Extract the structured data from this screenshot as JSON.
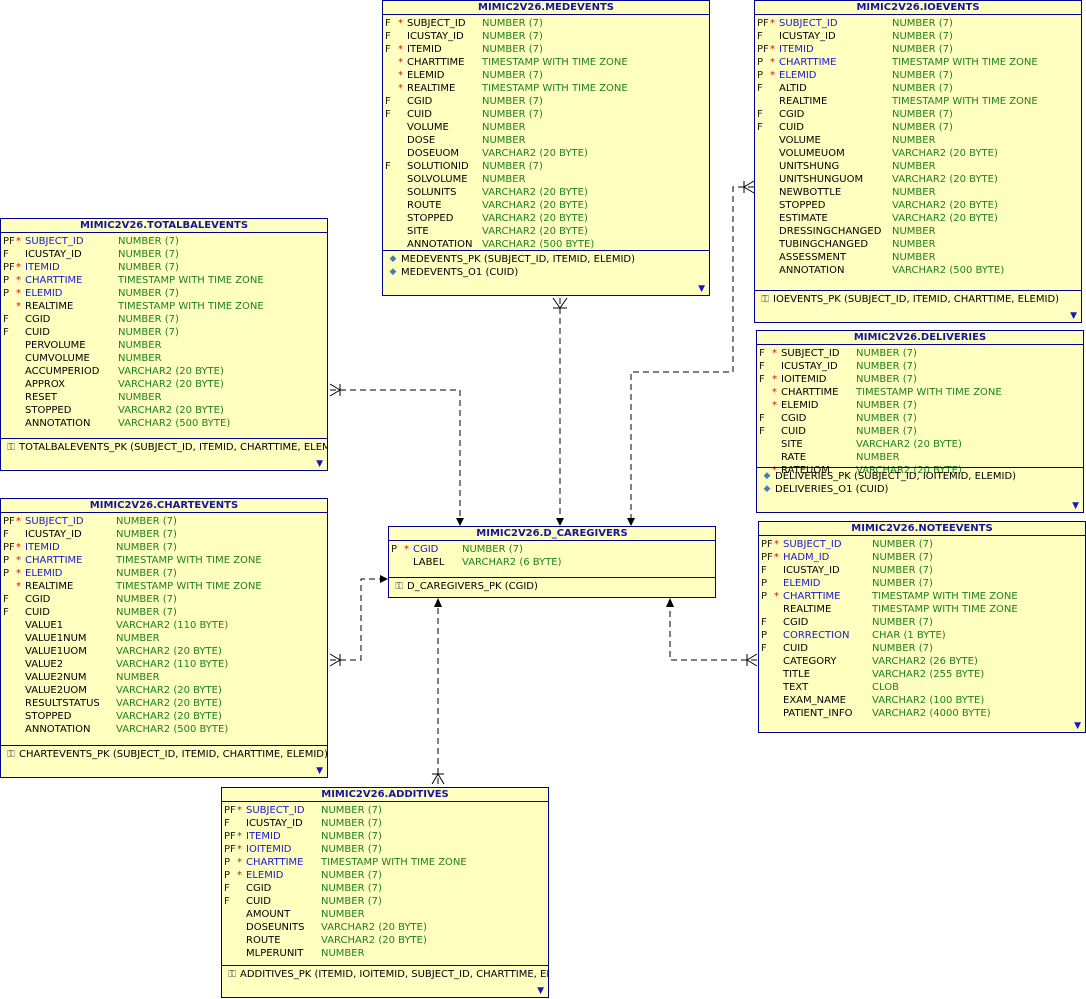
{
  "entities": [
    {
      "id": "medevents",
      "title": "MIMIC2V26.MEDEVENTS",
      "columns": [
        {
          "key": "F",
          "req": "*",
          "name": "SUBJECT_ID",
          "type": "NUMBER (7)"
        },
        {
          "key": "F",
          "req": "",
          "name": "ICUSTAY_ID",
          "type": "NUMBER (7)"
        },
        {
          "key": "F",
          "req": "*",
          "name": "ITEMID",
          "type": "NUMBER (7)"
        },
        {
          "key": "",
          "req": "*",
          "name": "CHARTTIME",
          "type": "TIMESTAMP WITH TIME ZONE"
        },
        {
          "key": "",
          "req": "*",
          "name": "ELEMID",
          "type": "NUMBER (7)"
        },
        {
          "key": "",
          "req": "*",
          "name": "REALTIME",
          "type": "TIMESTAMP WITH TIME ZONE"
        },
        {
          "key": "F",
          "req": "",
          "name": "CGID",
          "type": "NUMBER (7)"
        },
        {
          "key": "F",
          "req": "",
          "name": "CUID",
          "type": "NUMBER (7)"
        },
        {
          "key": "",
          "req": "",
          "name": "VOLUME",
          "type": "NUMBER"
        },
        {
          "key": "",
          "req": "",
          "name": "DOSE",
          "type": "NUMBER"
        },
        {
          "key": "",
          "req": "",
          "name": "DOSEUOM",
          "type": "VARCHAR2 (20 BYTE)"
        },
        {
          "key": "F",
          "req": "",
          "name": "SOLUTIONID",
          "type": "NUMBER (7)"
        },
        {
          "key": "",
          "req": "",
          "name": "SOLVOLUME",
          "type": "NUMBER"
        },
        {
          "key": "",
          "req": "",
          "name": "SOLUNITS",
          "type": "VARCHAR2 (20 BYTE)"
        },
        {
          "key": "",
          "req": "",
          "name": "ROUTE",
          "type": "VARCHAR2 (20 BYTE)"
        },
        {
          "key": "",
          "req": "",
          "name": "STOPPED",
          "type": "VARCHAR2 (20 BYTE)"
        },
        {
          "key": "",
          "req": "",
          "name": "SITE",
          "type": "VARCHAR2 (20 BYTE)"
        },
        {
          "key": "",
          "req": "",
          "name": "ANNOTATION",
          "type": "VARCHAR2 (500 BYTE)"
        }
      ],
      "indexes": [
        {
          "icon": "diamond",
          "text": "MEDEVENTS_PK (SUBJECT_ID, ITEMID, ELEMID)"
        },
        {
          "icon": "diamond",
          "text": "MEDEVENTS_O1 (CUID)"
        }
      ],
      "more": true
    },
    {
      "id": "ioevents",
      "title": "MIMIC2V26.IOEVENTS",
      "columns": [
        {
          "key": "PF",
          "req": "*",
          "name": "SUBJECT_ID",
          "type": "NUMBER (7)"
        },
        {
          "key": "F",
          "req": "",
          "name": "ICUSTAY_ID",
          "type": "NUMBER (7)"
        },
        {
          "key": "PF",
          "req": "*",
          "name": "ITEMID",
          "type": "NUMBER (7)"
        },
        {
          "key": "P",
          "req": "*",
          "name": "CHARTTIME",
          "type": "TIMESTAMP WITH TIME ZONE"
        },
        {
          "key": "P",
          "req": "*",
          "name": "ELEMID",
          "type": "NUMBER (7)"
        },
        {
          "key": "F",
          "req": "",
          "name": "ALTID",
          "type": "NUMBER (7)"
        },
        {
          "key": "",
          "req": "",
          "name": "REALTIME",
          "type": "TIMESTAMP WITH TIME ZONE"
        },
        {
          "key": "F",
          "req": "",
          "name": "CGID",
          "type": "NUMBER (7)"
        },
        {
          "key": "F",
          "req": "",
          "name": "CUID",
          "type": "NUMBER (7)"
        },
        {
          "key": "",
          "req": "",
          "name": "VOLUME",
          "type": "NUMBER"
        },
        {
          "key": "",
          "req": "",
          "name": "VOLUMEUOM",
          "type": "VARCHAR2 (20 BYTE)"
        },
        {
          "key": "",
          "req": "",
          "name": "UNITSHUNG",
          "type": "NUMBER"
        },
        {
          "key": "",
          "req": "",
          "name": "UNITSHUNGUOM",
          "type": "VARCHAR2 (20 BYTE)"
        },
        {
          "key": "",
          "req": "",
          "name": "NEWBOTTLE",
          "type": "NUMBER"
        },
        {
          "key": "",
          "req": "",
          "name": "STOPPED",
          "type": "VARCHAR2 (20 BYTE)"
        },
        {
          "key": "",
          "req": "",
          "name": "ESTIMATE",
          "type": "VARCHAR2 (20 BYTE)"
        },
        {
          "key": "",
          "req": "",
          "name": "DRESSINGCHANGED",
          "type": "NUMBER"
        },
        {
          "key": "",
          "req": "",
          "name": "TUBINGCHANGED",
          "type": "NUMBER"
        },
        {
          "key": "",
          "req": "",
          "name": "ASSESSMENT",
          "type": "NUMBER"
        },
        {
          "key": "",
          "req": "",
          "name": "ANNOTATION",
          "type": "VARCHAR2 (500 BYTE)"
        }
      ],
      "indexes": [
        {
          "icon": "key",
          "text": "IOEVENTS_PK (SUBJECT_ID, ITEMID, CHARTTIME, ELEMID)"
        }
      ],
      "more": true
    },
    {
      "id": "totalbalevents",
      "title": "MIMIC2V26.TOTALBALEVENTS",
      "columns": [
        {
          "key": "PF",
          "req": "*",
          "name": "SUBJECT_ID",
          "type": "NUMBER (7)"
        },
        {
          "key": "F",
          "req": "",
          "name": "ICUSTAY_ID",
          "type": "NUMBER (7)"
        },
        {
          "key": "PF",
          "req": "*",
          "name": "ITEMID",
          "type": "NUMBER (7)"
        },
        {
          "key": "P",
          "req": "*",
          "name": "CHARTTIME",
          "type": "TIMESTAMP WITH TIME ZONE"
        },
        {
          "key": "P",
          "req": "*",
          "name": "ELEMID",
          "type": "NUMBER (7)"
        },
        {
          "key": "",
          "req": "*",
          "name": "REALTIME",
          "type": "TIMESTAMP WITH TIME ZONE"
        },
        {
          "key": "F",
          "req": "",
          "name": "CGID",
          "type": "NUMBER (7)"
        },
        {
          "key": "F",
          "req": "",
          "name": "CUID",
          "type": "NUMBER (7)"
        },
        {
          "key": "",
          "req": "",
          "name": "PERVOLUME",
          "type": "NUMBER"
        },
        {
          "key": "",
          "req": "",
          "name": "CUMVOLUME",
          "type": "NUMBER"
        },
        {
          "key": "",
          "req": "",
          "name": "ACCUMPERIOD",
          "type": "VARCHAR2 (20 BYTE)"
        },
        {
          "key": "",
          "req": "",
          "name": "APPROX",
          "type": "VARCHAR2 (20 BYTE)"
        },
        {
          "key": "",
          "req": "",
          "name": "RESET",
          "type": "NUMBER"
        },
        {
          "key": "",
          "req": "",
          "name": "STOPPED",
          "type": "VARCHAR2 (20 BYTE)"
        },
        {
          "key": "",
          "req": "",
          "name": "ANNOTATION",
          "type": "VARCHAR2 (500 BYTE)"
        }
      ],
      "indexes": [
        {
          "icon": "key",
          "text": "TOTALBALEVENTS_PK (SUBJECT_ID, ITEMID, CHARTTIME, ELEMID)"
        }
      ],
      "more": true
    },
    {
      "id": "deliveries",
      "title": "MIMIC2V26.DELIVERIES",
      "columns": [
        {
          "key": "F",
          "req": "*",
          "name": "SUBJECT_ID",
          "type": "NUMBER (7)"
        },
        {
          "key": "F",
          "req": "",
          "name": "ICUSTAY_ID",
          "type": "NUMBER (7)"
        },
        {
          "key": "F",
          "req": "*",
          "name": "IOITEMID",
          "type": "NUMBER (7)"
        },
        {
          "key": "",
          "req": "*",
          "name": "CHARTTIME",
          "type": "TIMESTAMP WITH TIME ZONE"
        },
        {
          "key": "",
          "req": "*",
          "name": "ELEMID",
          "type": "NUMBER (7)"
        },
        {
          "key": "F",
          "req": "",
          "name": "CGID",
          "type": "NUMBER (7)"
        },
        {
          "key": "F",
          "req": "",
          "name": "CUID",
          "type": "NUMBER (7)"
        },
        {
          "key": "",
          "req": "",
          "name": "SITE",
          "type": "VARCHAR2 (20 BYTE)"
        },
        {
          "key": "",
          "req": "",
          "name": "RATE",
          "type": "NUMBER"
        },
        {
          "key": "",
          "req": "*",
          "name": "RATEUOM",
          "type": "VARCHAR2 (20 BYTE)"
        }
      ],
      "indexes": [
        {
          "icon": "diamond",
          "text": "DELIVERIES_PK (SUBJECT_ID, IOITEMID, ELEMID)"
        },
        {
          "icon": "diamond",
          "text": "DELIVERIES_O1 (CUID)"
        }
      ],
      "more": true
    },
    {
      "id": "chartevents",
      "title": "MIMIC2V26.CHARTEVENTS",
      "columns": [
        {
          "key": "PF",
          "req": "*",
          "name": "SUBJECT_ID",
          "type": "NUMBER (7)"
        },
        {
          "key": "F",
          "req": "",
          "name": "ICUSTAY_ID",
          "type": "NUMBER (7)"
        },
        {
          "key": "PF",
          "req": "*",
          "name": "ITEMID",
          "type": "NUMBER (7)"
        },
        {
          "key": "P",
          "req": "*",
          "name": "CHARTTIME",
          "type": "TIMESTAMP WITH TIME ZONE"
        },
        {
          "key": "P",
          "req": "*",
          "name": "ELEMID",
          "type": "NUMBER (7)"
        },
        {
          "key": "",
          "req": "*",
          "name": "REALTIME",
          "type": "TIMESTAMP WITH TIME ZONE"
        },
        {
          "key": "F",
          "req": "",
          "name": "CGID",
          "type": "NUMBER (7)"
        },
        {
          "key": "F",
          "req": "",
          "name": "CUID",
          "type": "NUMBER (7)"
        },
        {
          "key": "",
          "req": "",
          "name": "VALUE1",
          "type": "VARCHAR2 (110 BYTE)"
        },
        {
          "key": "",
          "req": "",
          "name": "VALUE1NUM",
          "type": "NUMBER"
        },
        {
          "key": "",
          "req": "",
          "name": "VALUE1UOM",
          "type": "VARCHAR2 (20 BYTE)"
        },
        {
          "key": "",
          "req": "",
          "name": "VALUE2",
          "type": "VARCHAR2 (110 BYTE)"
        },
        {
          "key": "",
          "req": "",
          "name": "VALUE2NUM",
          "type": "NUMBER"
        },
        {
          "key": "",
          "req": "",
          "name": "VALUE2UOM",
          "type": "VARCHAR2 (20 BYTE)"
        },
        {
          "key": "",
          "req": "",
          "name": "RESULTSTATUS",
          "type": "VARCHAR2 (20 BYTE)"
        },
        {
          "key": "",
          "req": "",
          "name": "STOPPED",
          "type": "VARCHAR2 (20 BYTE)"
        },
        {
          "key": "",
          "req": "",
          "name": "ANNOTATION",
          "type": "VARCHAR2 (500 BYTE)"
        }
      ],
      "indexes": [
        {
          "icon": "key",
          "text": "CHARTEVENTS_PK (SUBJECT_ID, ITEMID, CHARTTIME, ELEMID)"
        }
      ],
      "more": true
    },
    {
      "id": "caregivers",
      "title": "MIMIC2V26.D_CAREGIVERS",
      "columns": [
        {
          "key": "P",
          "req": "*",
          "name": "CGID",
          "type": "NUMBER (7)"
        },
        {
          "key": "",
          "req": "",
          "name": "LABEL",
          "type": "VARCHAR2 (6 BYTE)"
        }
      ],
      "indexes": [
        {
          "icon": "key",
          "text": "D_CAREGIVERS_PK (CGID)"
        }
      ],
      "more": false
    },
    {
      "id": "noteevents",
      "title": "MIMIC2V26.NOTEEVENTS",
      "columns": [
        {
          "key": "PF",
          "req": "*",
          "name": "SUBJECT_ID",
          "type": "NUMBER (7)"
        },
        {
          "key": "PF",
          "req": "*",
          "name": "HADM_ID",
          "type": "NUMBER (7)"
        },
        {
          "key": "F",
          "req": "",
          "name": "ICUSTAY_ID",
          "type": "NUMBER (7)"
        },
        {
          "key": "P",
          "req": "",
          "name": "ELEMID",
          "type": "NUMBER (7)"
        },
        {
          "key": "P",
          "req": "*",
          "name": "CHARTTIME",
          "type": "TIMESTAMP WITH TIME ZONE"
        },
        {
          "key": "",
          "req": "",
          "name": "REALTIME",
          "type": "TIMESTAMP WITH TIME ZONE"
        },
        {
          "key": "F",
          "req": "",
          "name": "CGID",
          "type": "NUMBER (7)"
        },
        {
          "key": "P",
          "req": "",
          "name": "CORRECTION",
          "type": "CHAR (1 BYTE)"
        },
        {
          "key": "F",
          "req": "",
          "name": "CUID",
          "type": "NUMBER (7)"
        },
        {
          "key": "",
          "req": "",
          "name": "CATEGORY",
          "type": "VARCHAR2 (26 BYTE)"
        },
        {
          "key": "",
          "req": "",
          "name": "TITLE",
          "type": "VARCHAR2 (255 BYTE)"
        },
        {
          "key": "",
          "req": "",
          "name": "TEXT",
          "type": "CLOB"
        },
        {
          "key": "",
          "req": "",
          "name": "EXAM_NAME",
          "type": "VARCHAR2 (100 BYTE)"
        },
        {
          "key": "",
          "req": "",
          "name": "PATIENT_INFO",
          "type": "VARCHAR2 (4000 BYTE)"
        }
      ],
      "indexes": [],
      "more": true
    },
    {
      "id": "additives",
      "title": "MIMIC2V26.ADDITIVES",
      "columns": [
        {
          "key": "PF",
          "req": "*",
          "name": "SUBJECT_ID",
          "type": "NUMBER (7)"
        },
        {
          "key": "F",
          "req": "",
          "name": "ICUSTAY_ID",
          "type": "NUMBER (7)"
        },
        {
          "key": "PF",
          "req": "*",
          "name": "ITEMID",
          "type": "NUMBER (7)"
        },
        {
          "key": "PF",
          "req": "*",
          "name": "IOITEMID",
          "type": "NUMBER (7)"
        },
        {
          "key": "P",
          "req": "*",
          "name": "CHARTTIME",
          "type": "TIMESTAMP WITH TIME ZONE"
        },
        {
          "key": "P",
          "req": "*",
          "name": "ELEMID",
          "type": "NUMBER (7)"
        },
        {
          "key": "F",
          "req": "",
          "name": "CGID",
          "type": "NUMBER (7)"
        },
        {
          "key": "F",
          "req": "",
          "name": "CUID",
          "type": "NUMBER (7)"
        },
        {
          "key": "",
          "req": "",
          "name": "AMOUNT",
          "type": "NUMBER"
        },
        {
          "key": "",
          "req": "",
          "name": "DOSEUNITS",
          "type": "VARCHAR2 (20 BYTE)"
        },
        {
          "key": "",
          "req": "",
          "name": "ROUTE",
          "type": "VARCHAR2 (20 BYTE)"
        },
        {
          "key": "",
          "req": "",
          "name": "MLPERUNIT",
          "type": "NUMBER"
        }
      ],
      "indexes": [
        {
          "icon": "key",
          "text": "ADDITIVES_PK (ITEMID, IOITEMID, SUBJECT_ID, CHARTTIME, ELEM"
        }
      ],
      "more": true
    }
  ],
  "relationships": [
    {
      "from": "medevents",
      "to": "caregivers"
    },
    {
      "from": "ioevents",
      "to": "caregivers"
    },
    {
      "from": "totalbalevents",
      "to": "caregivers"
    },
    {
      "from": "chartevents",
      "to": "caregivers"
    },
    {
      "from": "additives",
      "to": "caregivers"
    },
    {
      "from": "noteevents",
      "to": "caregivers"
    }
  ],
  "colors": {
    "entity_fill": "#ffffc0",
    "entity_border": "#00008b",
    "title_text": "#1515a5",
    "type_text": "#208020",
    "key_column_text": "#1a1acc",
    "required_marker": "#d01010",
    "edge": "#000000"
  }
}
